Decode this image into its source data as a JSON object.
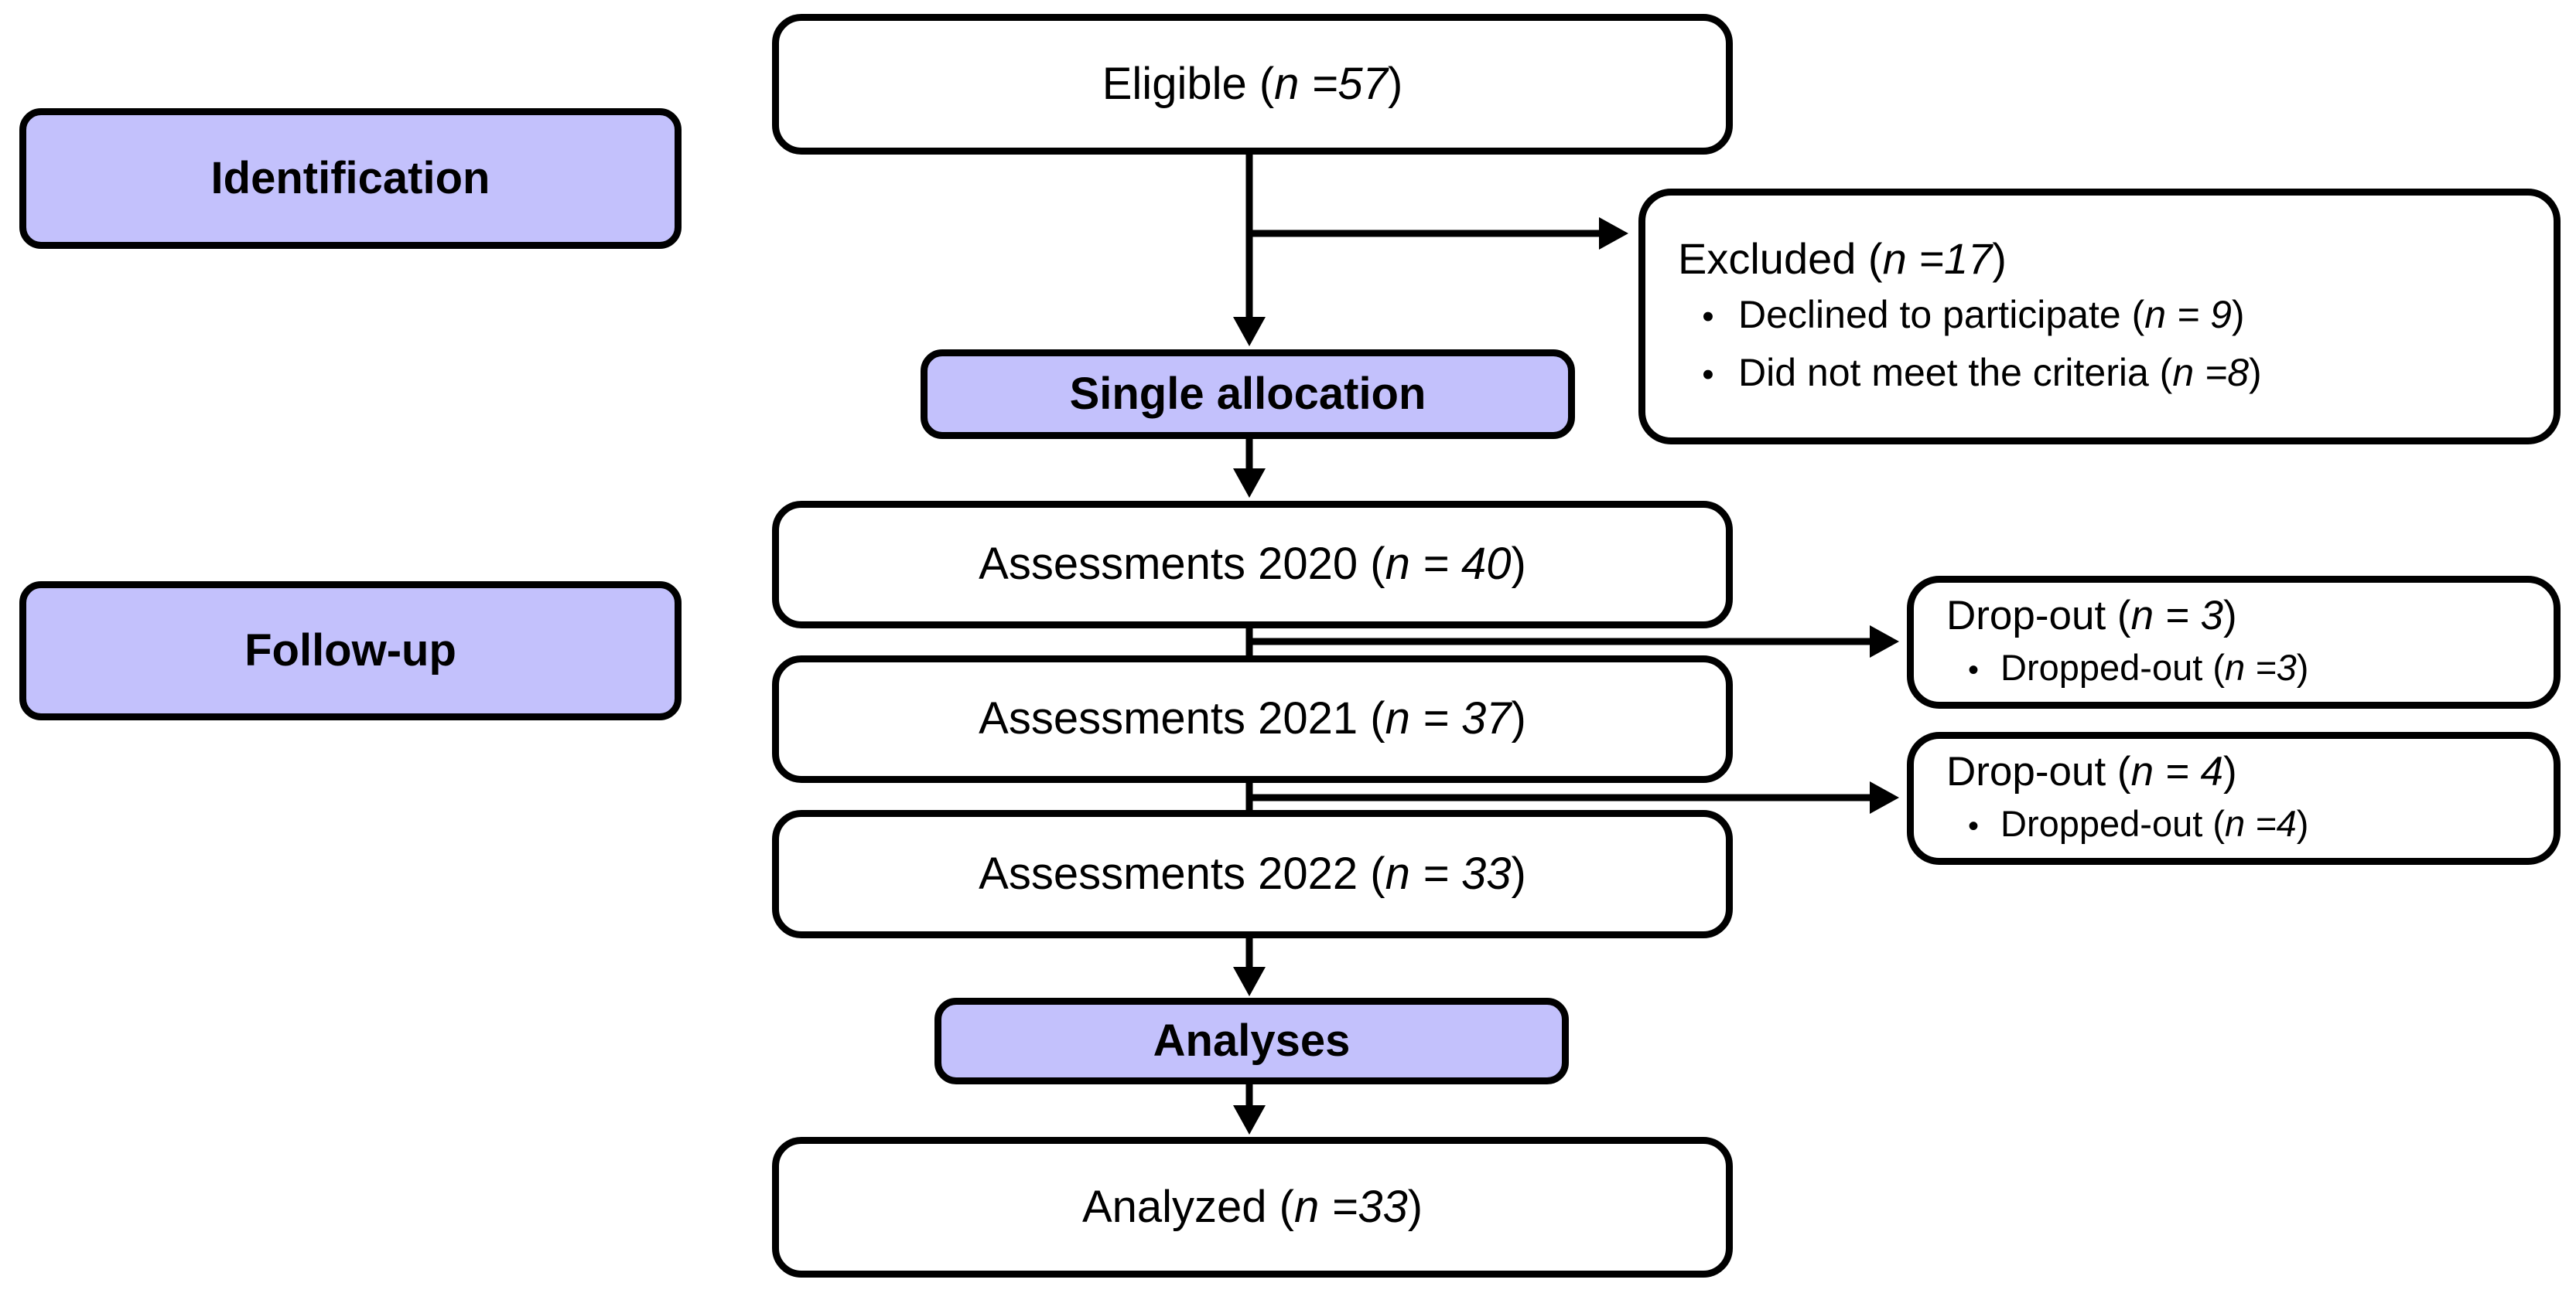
{
  "bullet_char": "•",
  "colors": {
    "stage_fill": "#c3c1fc",
    "box_fill": "#ffffff",
    "line_color": "#000000"
  },
  "stages": {
    "identification": "Identification",
    "followup": "Follow-up"
  },
  "boxes": {
    "eligible": {
      "prefix": "Eligible (",
      "n": "n =57",
      "suffix": ")"
    },
    "excluded": {
      "prefix": "Excluded (",
      "n": "n =17",
      "suffix": ")",
      "bullets": [
        {
          "prefix": "Declined to participate (",
          "n": "n = 9",
          "suffix": ")"
        },
        {
          "prefix": "Did not meet the criteria (",
          "n": "n =8",
          "suffix": ")"
        }
      ]
    },
    "single_allocation": {
      "label": "Single allocation"
    },
    "a2020": {
      "prefix": "Assessments 2020 (",
      "n": "n = 40",
      "suffix": ")"
    },
    "dropout1": {
      "prefix": "Drop-out (",
      "n": "n = 3",
      "suffix": ")",
      "bullets": [
        {
          "prefix": "Dropped-out (",
          "n": "n =3",
          "suffix": ")"
        }
      ]
    },
    "a2021": {
      "prefix": "Assessments 2021 (",
      "n": "n = 37",
      "suffix": ")"
    },
    "dropout2": {
      "prefix": "Drop-out (",
      "n": "n = 4",
      "suffix": ")",
      "bullets": [
        {
          "prefix": "Dropped-out (",
          "n": "n =4",
          "suffix": ")"
        }
      ]
    },
    "a2022": {
      "prefix": "Assessments 2022 (",
      "n": "n = 33",
      "suffix": ")"
    },
    "analyses": {
      "label": "Analyses"
    },
    "analyzed": {
      "prefix": "Analyzed (",
      "n": "n =33",
      "suffix": ")"
    }
  }
}
